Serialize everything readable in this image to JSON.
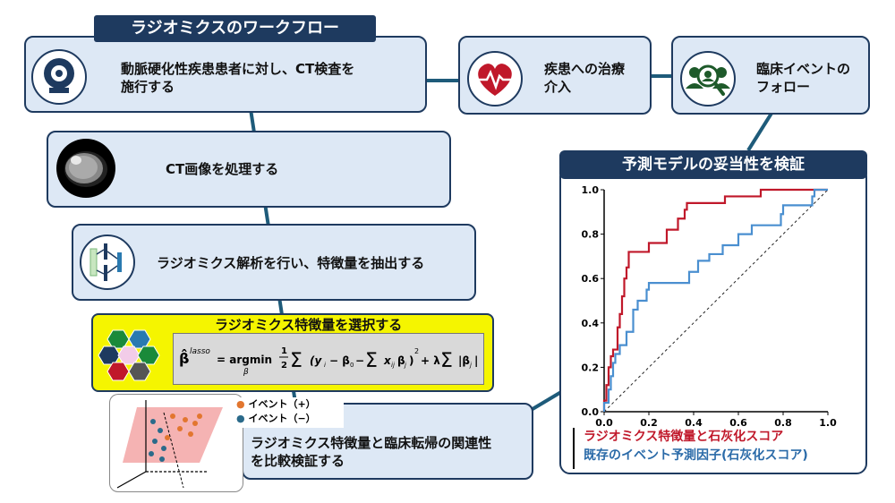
{
  "workflow": {
    "title": "ラジオミクスのワークフロー",
    "steps": [
      {
        "label": "動脈硬化性疾患患者に対し、CT検査を施行する"
      },
      {
        "label": "CT画像を処理する"
      },
      {
        "label": "ラジオミクス解析を行い、特徴量を抽出する"
      },
      {
        "label": "ラジオミクス特徴量を選択する"
      },
      {
        "label": "ラジオミクス特徴量と臨床転帰の関連性を比較検証する"
      }
    ],
    "step1_lines": [
      "動脈硬化性疾患患者に対し、CT検査を",
      "施行する"
    ],
    "step5_lines": [
      "ラジオミクス特徴量と臨床転帰の関連性",
      "を比較検証する"
    ],
    "legend": {
      "pos": "イベント（+）",
      "neg": "イベント（−）"
    },
    "treatment_lines": [
      "疾患への治療",
      "介入"
    ],
    "followup_lines": [
      "臨床イベントの",
      "フォロー"
    ]
  },
  "colors": {
    "navy": "#1e3a5f",
    "box_fill": "#dde8f5",
    "yellow": "#f5f500",
    "red_series": "#c0182a",
    "blue_series": "#4a8fd0",
    "event_pos": "#e2762f",
    "event_neg": "#2a6a8a"
  },
  "formula": {
    "lhs": "β̂",
    "lhs_sup": "lasso",
    "eq": "= argmin",
    "sub": "β"
  },
  "validation": {
    "title": "予測モデルの妥当性を検証",
    "chart_data": {
      "type": "line",
      "xlim": [
        0,
        1
      ],
      "ylim": [
        0,
        1
      ],
      "xticks": [
        "0.0",
        "0.2",
        "0.4",
        "0.6",
        "0.8",
        "1.0"
      ],
      "yticks": [
        "0.0",
        "0.2",
        "0.4",
        "0.6",
        "0.8",
        "1.0"
      ],
      "series": [
        {
          "name": "ラジオミクス特徴量と石灰化スコア",
          "color": "#c0182a",
          "points": [
            [
              0,
              0
            ],
            [
              0,
              0.05
            ],
            [
              0.01,
              0.05
            ],
            [
              0.01,
              0.12
            ],
            [
              0.02,
              0.12
            ],
            [
              0.02,
              0.2
            ],
            [
              0.03,
              0.2
            ],
            [
              0.03,
              0.25
            ],
            [
              0.04,
              0.25
            ],
            [
              0.04,
              0.28
            ],
            [
              0.06,
              0.28
            ],
            [
              0.06,
              0.38
            ],
            [
              0.07,
              0.38
            ],
            [
              0.07,
              0.44
            ],
            [
              0.08,
              0.44
            ],
            [
              0.08,
              0.52
            ],
            [
              0.09,
              0.52
            ],
            [
              0.09,
              0.6
            ],
            [
              0.1,
              0.6
            ],
            [
              0.1,
              0.65
            ],
            [
              0.11,
              0.65
            ],
            [
              0.11,
              0.72
            ],
            [
              0.2,
              0.72
            ],
            [
              0.2,
              0.76
            ],
            [
              0.28,
              0.76
            ],
            [
              0.28,
              0.82
            ],
            [
              0.33,
              0.82
            ],
            [
              0.33,
              0.87
            ],
            [
              0.36,
              0.87
            ],
            [
              0.36,
              0.91
            ],
            [
              0.37,
              0.91
            ],
            [
              0.37,
              0.94
            ],
            [
              0.54,
              0.94
            ],
            [
              0.54,
              0.97
            ],
            [
              0.7,
              0.97
            ],
            [
              0.7,
              1.0
            ],
            [
              1.0,
              1.0
            ]
          ]
        },
        {
          "name": "既存のイベント予測因子(石灰化スコア)",
          "color": "#4a8fd0",
          "points": [
            [
              0,
              0
            ],
            [
              0,
              0.04
            ],
            [
              0.02,
              0.04
            ],
            [
              0.02,
              0.1
            ],
            [
              0.03,
              0.1
            ],
            [
              0.03,
              0.16
            ],
            [
              0.04,
              0.16
            ],
            [
              0.04,
              0.22
            ],
            [
              0.05,
              0.22
            ],
            [
              0.05,
              0.26
            ],
            [
              0.07,
              0.26
            ],
            [
              0.07,
              0.3
            ],
            [
              0.1,
              0.3
            ],
            [
              0.1,
              0.36
            ],
            [
              0.13,
              0.36
            ],
            [
              0.13,
              0.46
            ],
            [
              0.15,
              0.46
            ],
            [
              0.15,
              0.5
            ],
            [
              0.19,
              0.5
            ],
            [
              0.19,
              0.55
            ],
            [
              0.2,
              0.55
            ],
            [
              0.2,
              0.58
            ],
            [
              0.38,
              0.58
            ],
            [
              0.38,
              0.63
            ],
            [
              0.42,
              0.63
            ],
            [
              0.42,
              0.68
            ],
            [
              0.47,
              0.68
            ],
            [
              0.47,
              0.71
            ],
            [
              0.53,
              0.71
            ],
            [
              0.53,
              0.75
            ],
            [
              0.6,
              0.75
            ],
            [
              0.6,
              0.8
            ],
            [
              0.66,
              0.8
            ],
            [
              0.66,
              0.84
            ],
            [
              0.79,
              0.84
            ],
            [
              0.79,
              0.89
            ],
            [
              0.8,
              0.89
            ],
            [
              0.8,
              0.93
            ],
            [
              0.93,
              0.93
            ],
            [
              0.93,
              0.97
            ],
            [
              0.94,
              0.97
            ],
            [
              0.94,
              1.0
            ],
            [
              1.0,
              1.0
            ]
          ]
        }
      ],
      "reference": "diagonal",
      "legend_position": "bottom"
    }
  }
}
